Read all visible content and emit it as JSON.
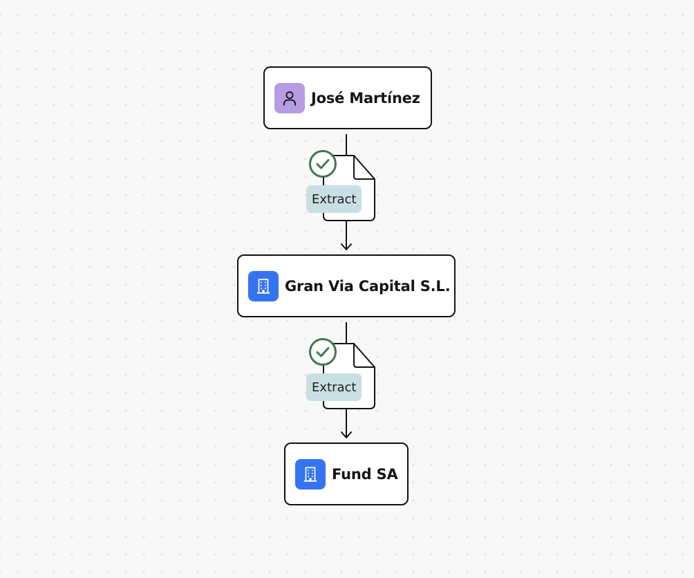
{
  "nodes": [
    {
      "id": "jose",
      "label": "José Martínez",
      "icon": "person-icon"
    },
    {
      "id": "granvia",
      "label": "Gran Via Capital S.L.",
      "icon": "building-icon"
    },
    {
      "id": "fund",
      "label": "Fund SA",
      "icon": "building-icon"
    }
  ],
  "edges": [
    {
      "from": "jose",
      "to": "granvia",
      "label": "Extract",
      "status": "verified",
      "icon": "document-icon"
    },
    {
      "from": "granvia",
      "to": "fund",
      "label": "Extract",
      "status": "verified",
      "icon": "document-icon"
    }
  ],
  "colors": {
    "person_icon_bg": "#b79be3",
    "building_icon_bg": "#3574f0",
    "badge_bg": "#c9dfe4",
    "check_color": "#3f7550",
    "border": "#111111"
  }
}
